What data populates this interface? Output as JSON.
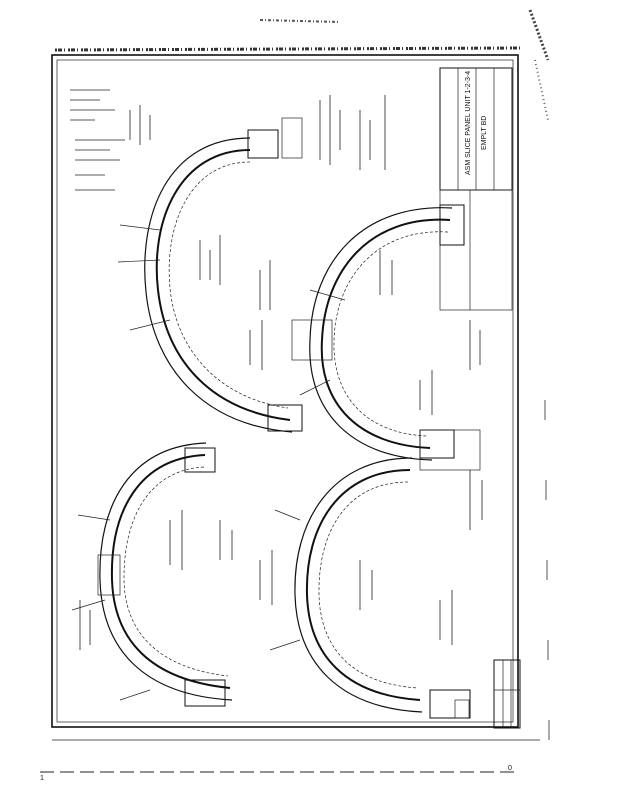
{
  "document": {
    "kind": "engineering drawing scan",
    "orientation": "rotated 90 degrees",
    "colors": {
      "paper": "#ffffff",
      "ink": "#111111",
      "scan_noise": "#444444"
    }
  },
  "title_block": {
    "lines": [
      "ASM SLICE PANEL UNIT 1-2-3-4",
      "EMPLT BD"
    ]
  },
  "margin_marks": {
    "bottom_right": "0",
    "left_bottom": "1"
  }
}
